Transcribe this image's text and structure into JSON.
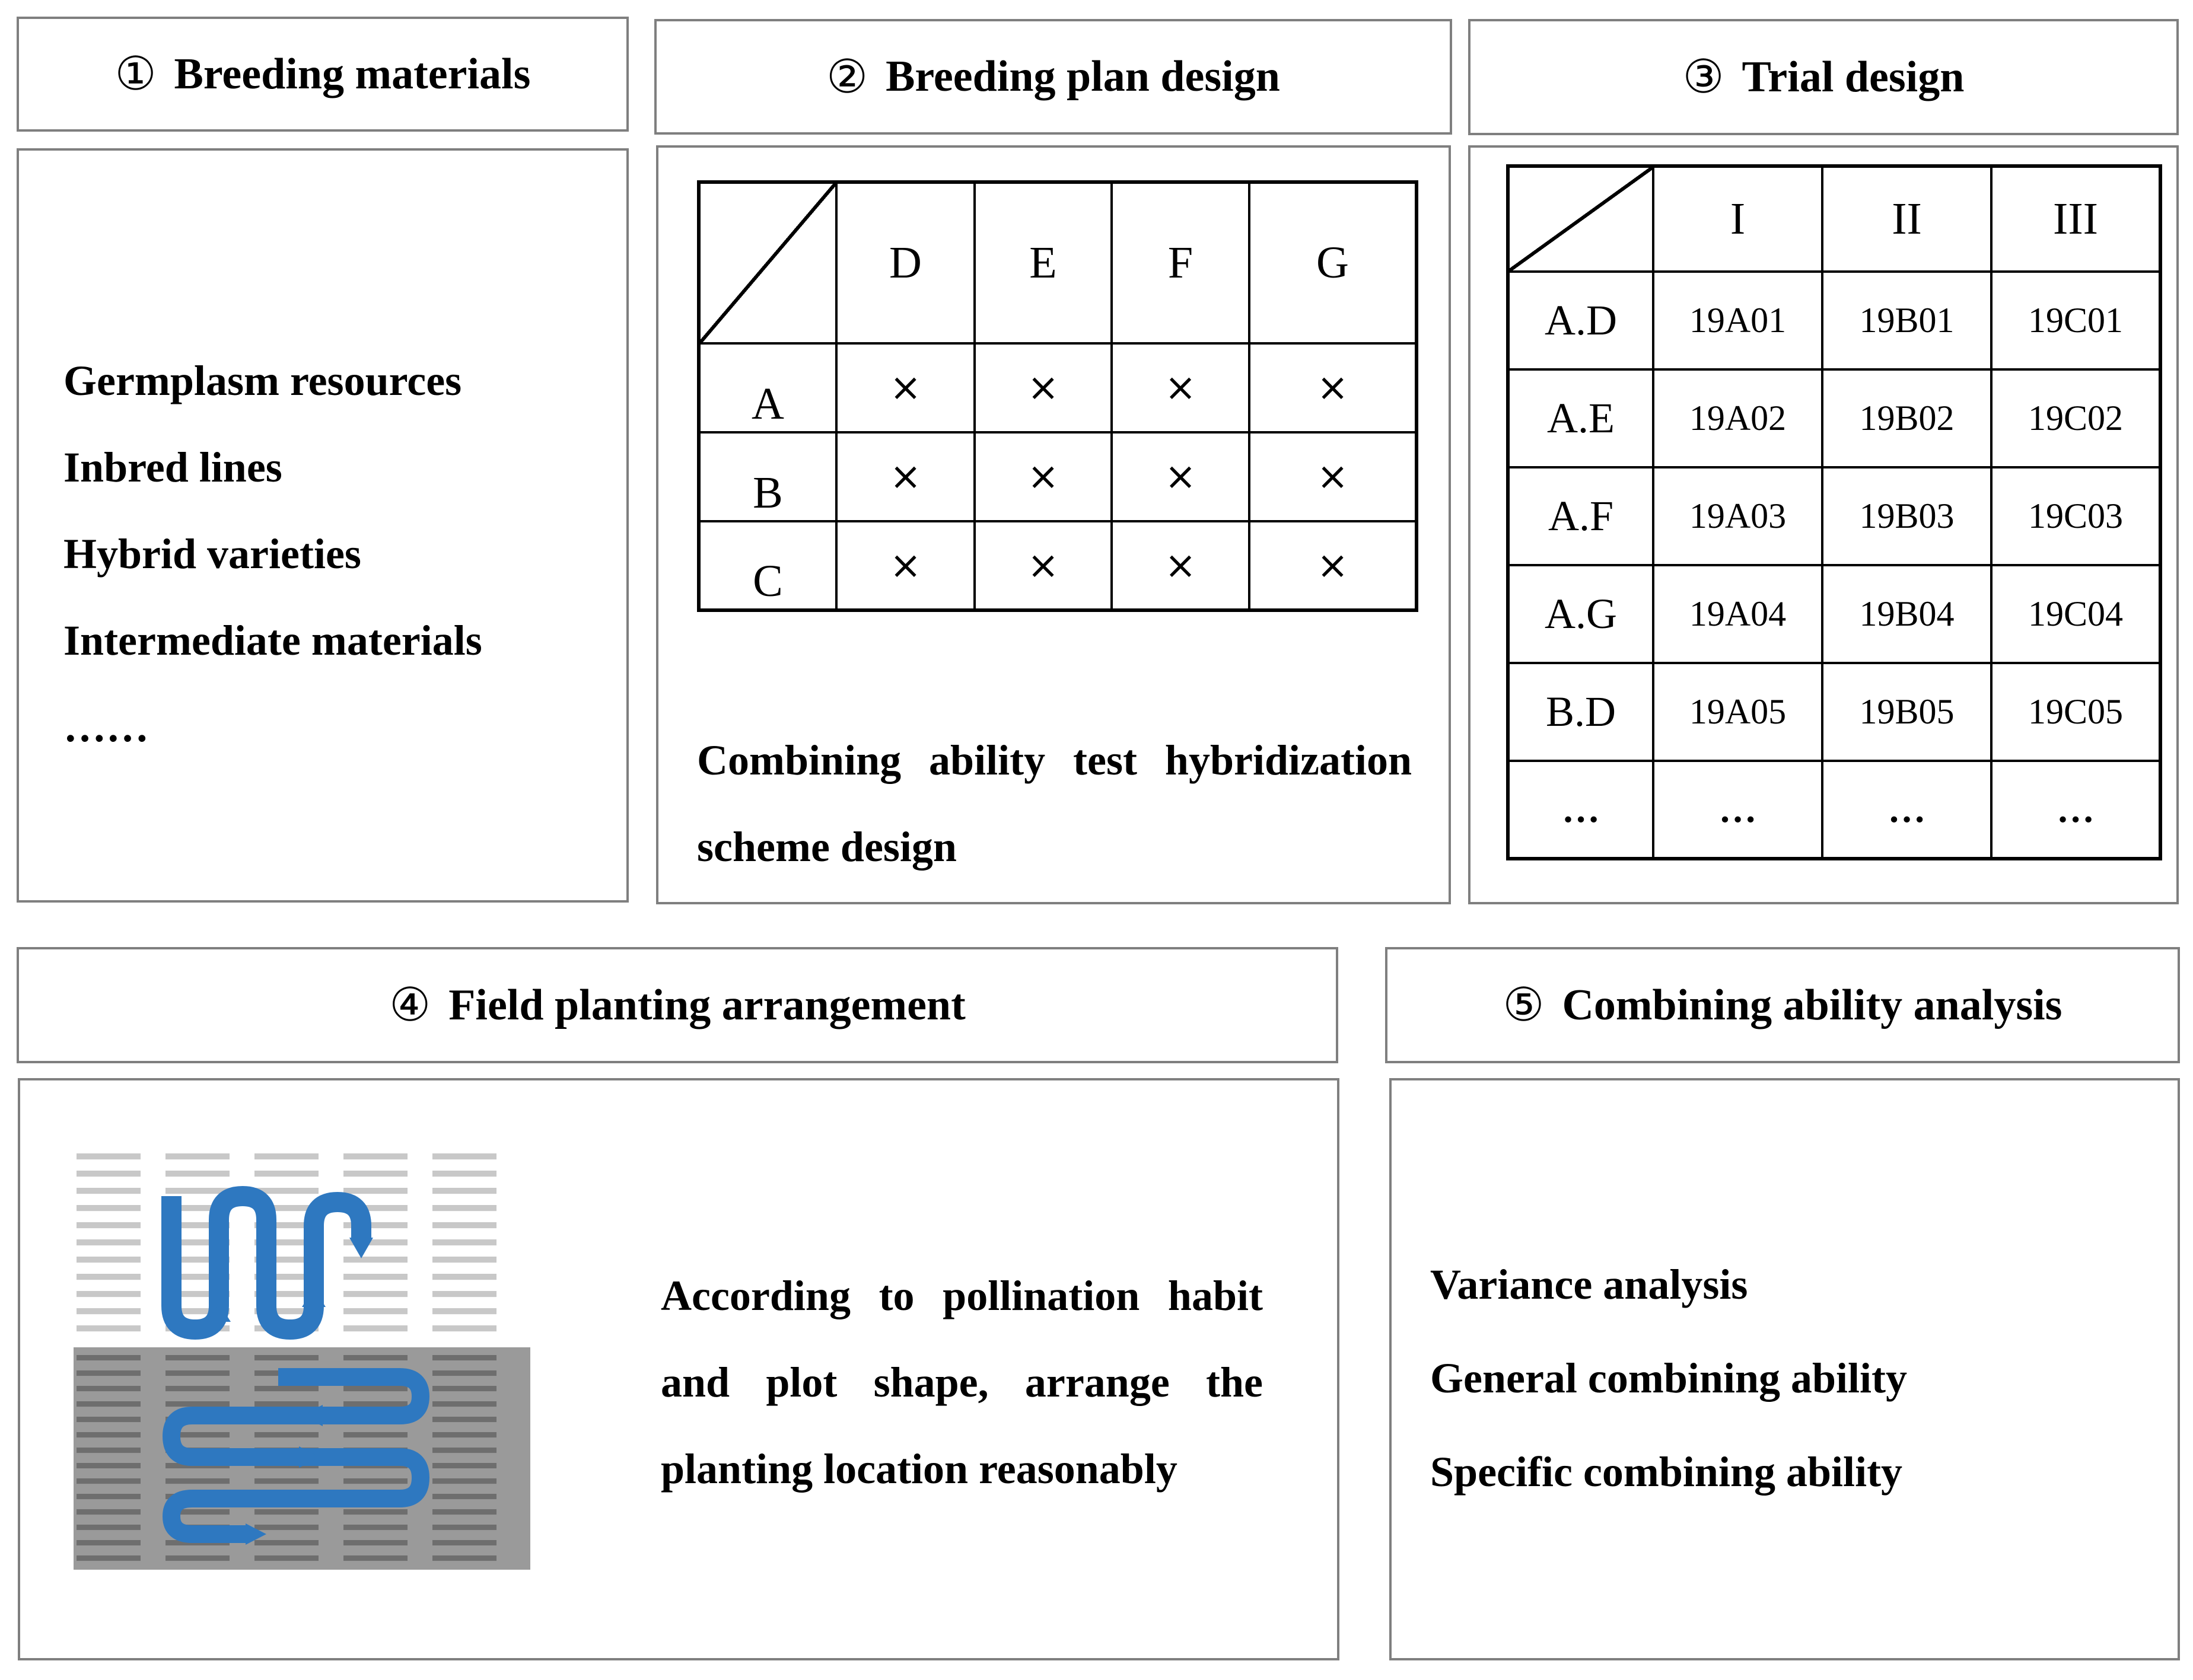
{
  "panels": {
    "breeding_materials": {
      "number": "①",
      "title": "Breeding materials",
      "items": [
        "Germplasm resources",
        "Inbred lines",
        "Hybrid varieties",
        "Intermediate materials",
        "……"
      ]
    },
    "breeding_plan_design": {
      "number": "②",
      "title": "Breeding plan design",
      "table": {
        "columns": [
          "D",
          "E",
          "F",
          "G"
        ],
        "rows": [
          {
            "label": "A",
            "cells": [
              "×",
              "×",
              "×",
              "×"
            ]
          },
          {
            "label": "B",
            "cells": [
              "×",
              "×",
              "×",
              "×"
            ]
          },
          {
            "label": "C",
            "cells": [
              "×",
              "×",
              "×",
              "×"
            ]
          }
        ]
      },
      "caption_lines": [
        "Combining ability test hybridization",
        "scheme design"
      ]
    },
    "trial_design": {
      "number": "③",
      "title": "Trial design",
      "table": {
        "columns": [
          "I",
          "II",
          "III"
        ],
        "rows": [
          {
            "label": "A.D",
            "cells": [
              "19A01",
              "19B01",
              "19C01"
            ]
          },
          {
            "label": "A.E",
            "cells": [
              "19A02",
              "19B02",
              "19C02"
            ]
          },
          {
            "label": "A.F",
            "cells": [
              "19A03",
              "19B03",
              "19C03"
            ]
          },
          {
            "label": "A.G",
            "cells": [
              "19A04",
              "19B04",
              "19C04"
            ]
          },
          {
            "label": "B.D",
            "cells": [
              "19A05",
              "19B05",
              "19C05"
            ]
          },
          {
            "label": "…",
            "cells": [
              "…",
              "…",
              "…"
            ]
          }
        ]
      }
    },
    "field_planting": {
      "number": "④",
      "title": "Field planting arrangement",
      "description_lines": [
        "According to pollination habit",
        "and plot shape, arrange the",
        "planting location reasonably"
      ],
      "arrow_color": "#2e78c0",
      "grid_background": "#9a9a9a"
    },
    "combining_ability": {
      "number": "⑤",
      "title": "Combining ability analysis",
      "items": [
        "Variance analysis",
        "General combining ability",
        "Specific combining ability"
      ]
    }
  }
}
